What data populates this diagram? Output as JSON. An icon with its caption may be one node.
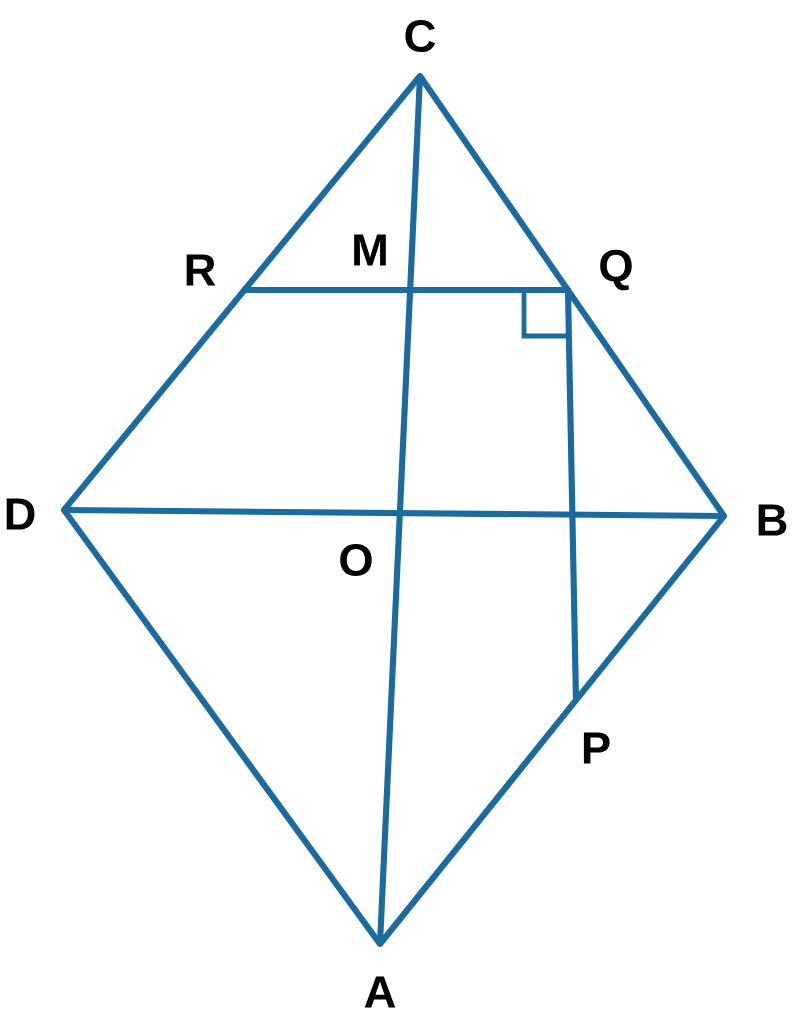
{
  "diagram": {
    "nodes": [
      {
        "text": [
          "C"
        ]
      },
      {
        "text": [
          "R"
        ]
      },
      {
        "text": [
          "M"
        ]
      },
      {
        "text": [
          "Q"
        ]
      },
      {
        "text": [
          "D"
        ]
      },
      {
        "text": [
          "O"
        ]
      },
      {
        "text": [
          "B"
        ]
      },
      {
        "text": [
          "P"
        ]
      },
      {
        "text": [
          "A"
        ]
      }
    ],
    "edges": [
      {
        "from": 0,
        "to": 4,
        "arrow": "none"
      },
      {
        "from": 0,
        "to": 6,
        "arrow": "none"
      },
      {
        "from": 4,
        "to": 8,
        "arrow": "none"
      },
      {
        "from": 8,
        "to": 6,
        "arrow": "none"
      },
      {
        "from": 0,
        "to": 8,
        "arrow": "none"
      },
      {
        "from": 4,
        "to": 6,
        "arrow": "none"
      },
      {
        "from": 1,
        "to": 3,
        "arrow": "none"
      },
      {
        "from": 3,
        "to": 7,
        "arrow": "none"
      }
    ]
  }
}
